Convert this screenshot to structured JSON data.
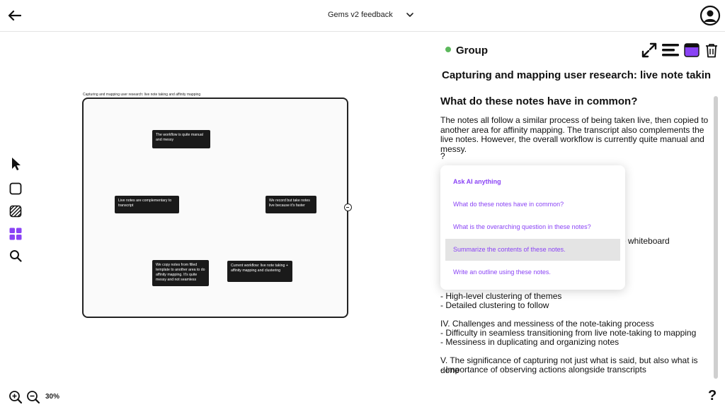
{
  "header": {
    "title": "Gems v2 feedback",
    "back_icon": "arrow-left-icon",
    "dropdown_icon": "chevron-down-icon",
    "profile_icon": "user-circle-icon"
  },
  "toolbar": {
    "tools": [
      {
        "name": "select",
        "icon": "cursor-icon"
      },
      {
        "name": "rectangle",
        "icon": "square-icon"
      },
      {
        "name": "pattern",
        "icon": "hatched-square-icon"
      },
      {
        "name": "grid",
        "icon": "grid-icon"
      },
      {
        "name": "search",
        "icon": "search-icon"
      }
    ],
    "accent": "#8a43f5"
  },
  "canvas": {
    "frame_label": "Capturing and mapping user research: live note taking and affinity mapping",
    "notes": [
      "The workflow is quite manual and messy",
      "Live notes are complementary to transcript",
      "We record but take notes live because it's faster",
      "We copy notes from filled template to another area to do affinity mapping. It's quite messy and not seamless",
      "Current workflow: live note taking + affinity mapping and clustering"
    ]
  },
  "zoom": {
    "level": "30%",
    "zoom_in_icon": "zoom-in-icon",
    "zoom_out_icon": "zoom-out-icon"
  },
  "panel": {
    "group_label": "Group",
    "group_color": "#5cb85c",
    "icons": [
      "expand-icon",
      "text-align-icon",
      "window-icon",
      "trash-icon"
    ],
    "title": "Capturing and mapping user research: live note takin",
    "question": "What do these notes have in common?",
    "answer": "The notes all follow a similar process of being taken live, then copied to another area for affinity mapping. The transcript also complements the live notes. However, the overall workflow is currently quite manual and messy.",
    "prompt_mark": "?",
    "partial_line": "e whiteboard",
    "lines": [
      "- High-level clustering of themes",
      "- Detailed clustering to follow",
      "IV. Challenges and messiness of the note-taking process",
      "- Difficulty in seamless transitioning from live note-taking to mapping",
      "- Messiness in duplicating and organizing notes",
      "V. The significance of capturing not just what is said, but also what is done",
      "- Importance of observing actions alongside transcripts"
    ]
  },
  "ai_menu": {
    "title": "Ask AI anything",
    "items": [
      "What do these notes have in common?",
      "What is the overarching question in these notes?",
      "Summarize the contents of these notes.",
      "Write an outline using these notes."
    ],
    "selected_index": 2,
    "text_color": "#8a43f5"
  },
  "help_label": "?"
}
